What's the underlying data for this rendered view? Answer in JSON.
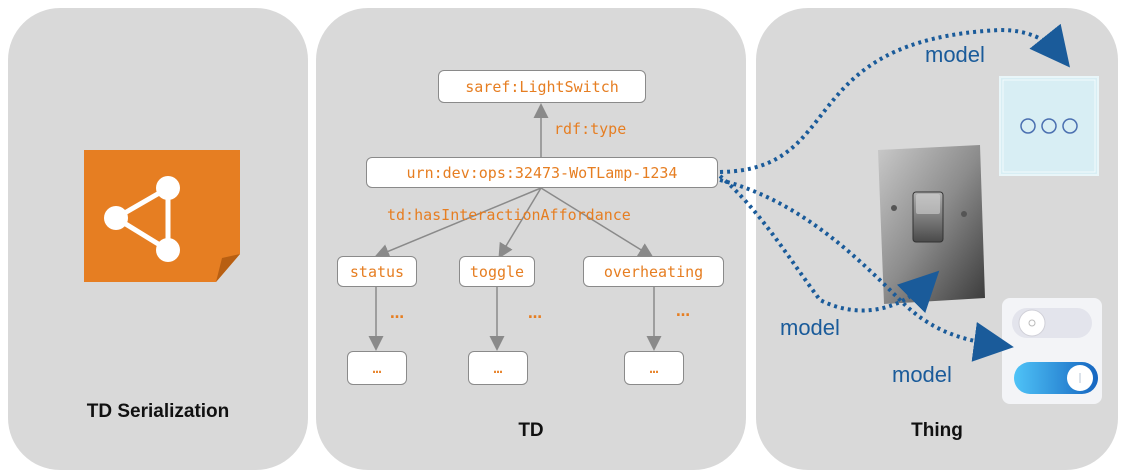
{
  "panels": {
    "left": {
      "title": "TD Serialization"
    },
    "center": {
      "title": "TD"
    },
    "right": {
      "title": "Thing"
    }
  },
  "nodes": {
    "type_node": "saref:LightSwitch",
    "root_node": "urn:dev:ops:32473-WoTLamp-1234",
    "status": "status",
    "toggle": "toggle",
    "overheating": "overheating",
    "child_1": "…",
    "child_2": "…",
    "child_3": "…"
  },
  "edges": {
    "rdf_type": "rdf:type",
    "has_affordance": "td:hasInteractionAffordance",
    "ellipsis_1": "…",
    "ellipsis_2": "…",
    "ellipsis_3": "…"
  },
  "model_labels": {
    "top": "model",
    "middle": "model",
    "bottom": "model"
  },
  "colors": {
    "panel_bg": "#d9d9d9",
    "orange": "#E67E22",
    "arrow_blue": "#1a5b9a"
  },
  "icons": {
    "serialization": "share-icon",
    "thing_1": "touch-switch-icon",
    "thing_2": "wall-switch-icon",
    "thing_3": "toggle-ui-icon"
  }
}
